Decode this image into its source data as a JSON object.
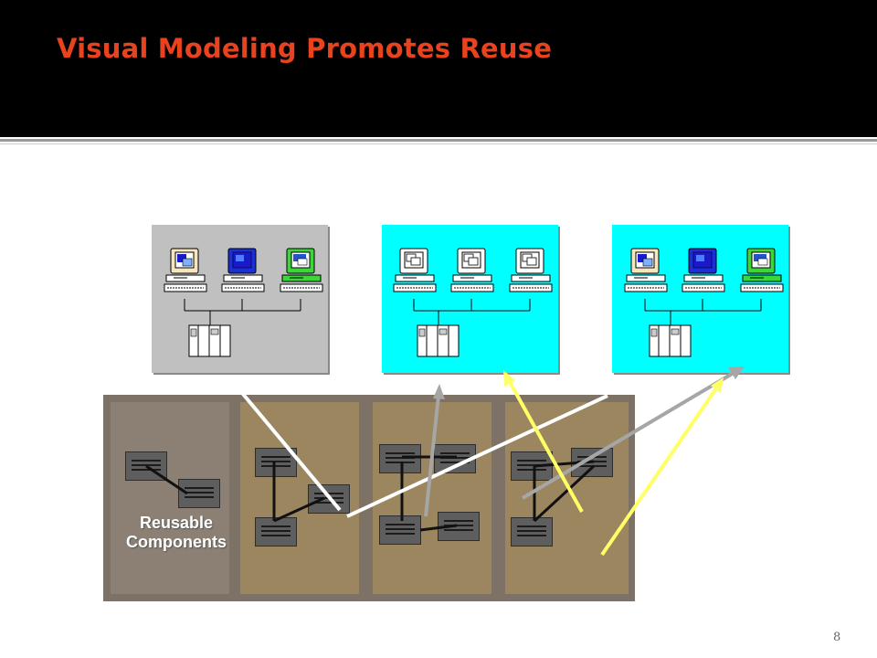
{
  "slide": {
    "title": "Visual Modeling Promotes Reuse",
    "page_number": "8"
  },
  "diagram": {
    "callout_label_line1": "Reusable",
    "callout_label_line2": "Components",
    "panels": [
      {
        "name": "left",
        "background": "#c0c0c0"
      },
      {
        "name": "middle",
        "background": "#00ffff"
      },
      {
        "name": "right",
        "background": "#00ffff"
      }
    ],
    "colors": {
      "title": "#e8421e",
      "arrow_white": "#ffffff",
      "arrow_gray": "#a6a6a6",
      "arrow_yellow": "#ffff66"
    }
  }
}
